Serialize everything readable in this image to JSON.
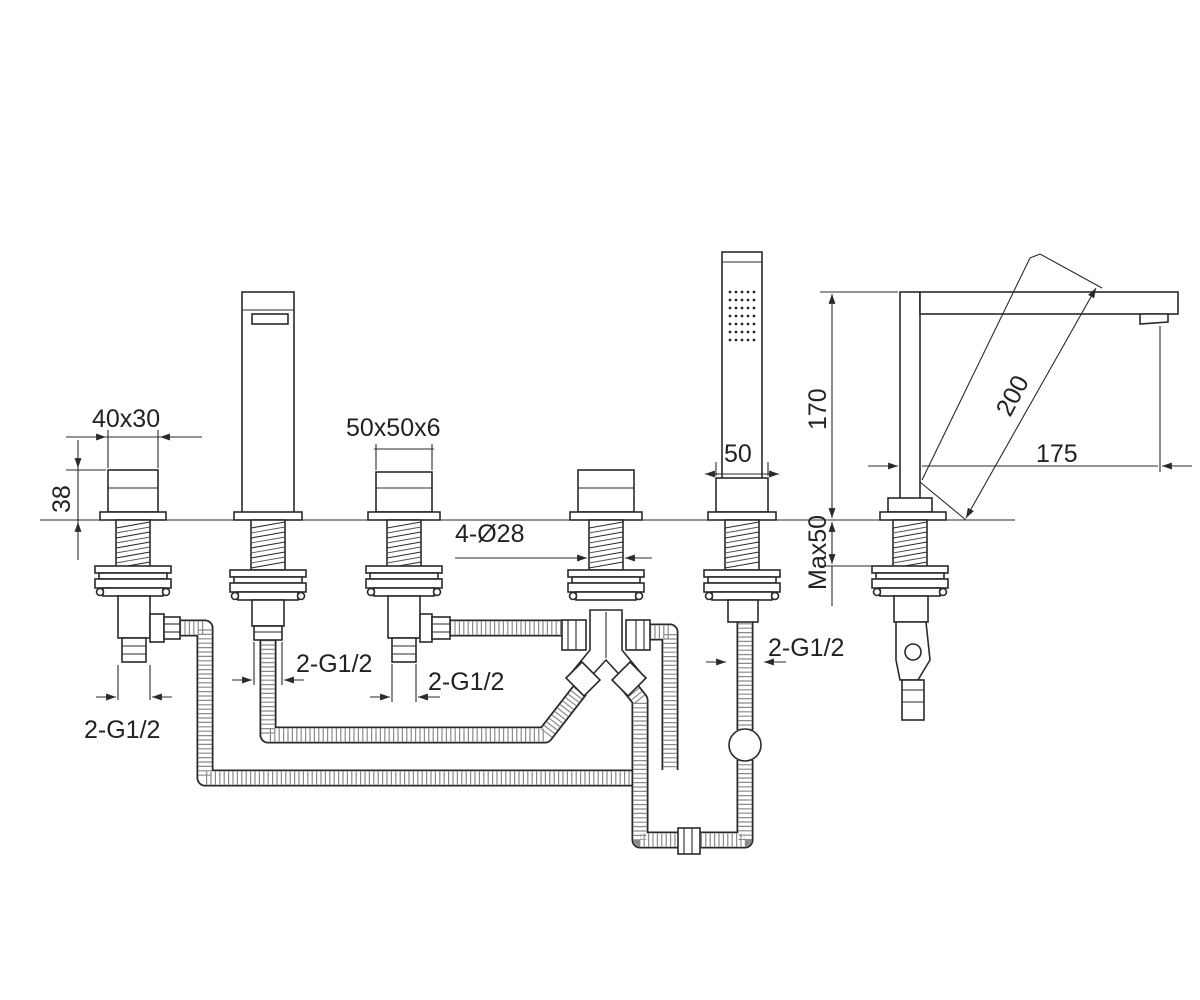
{
  "labels": {
    "handle_dim": "40x30",
    "handle_height": "38",
    "valve_handle_dim": "50x50x6",
    "holes": "4-Ø28",
    "handshower_dim": "50",
    "connection_left": "2-G1/2",
    "connection_mid_1": "2-G1/2",
    "connection_mid_2": "2-G1/2",
    "connection_right": "2-G1/2",
    "spout_height": "170",
    "spout_length_diag": "200",
    "spout_reach": "175",
    "deck_thickness": "Max50"
  }
}
